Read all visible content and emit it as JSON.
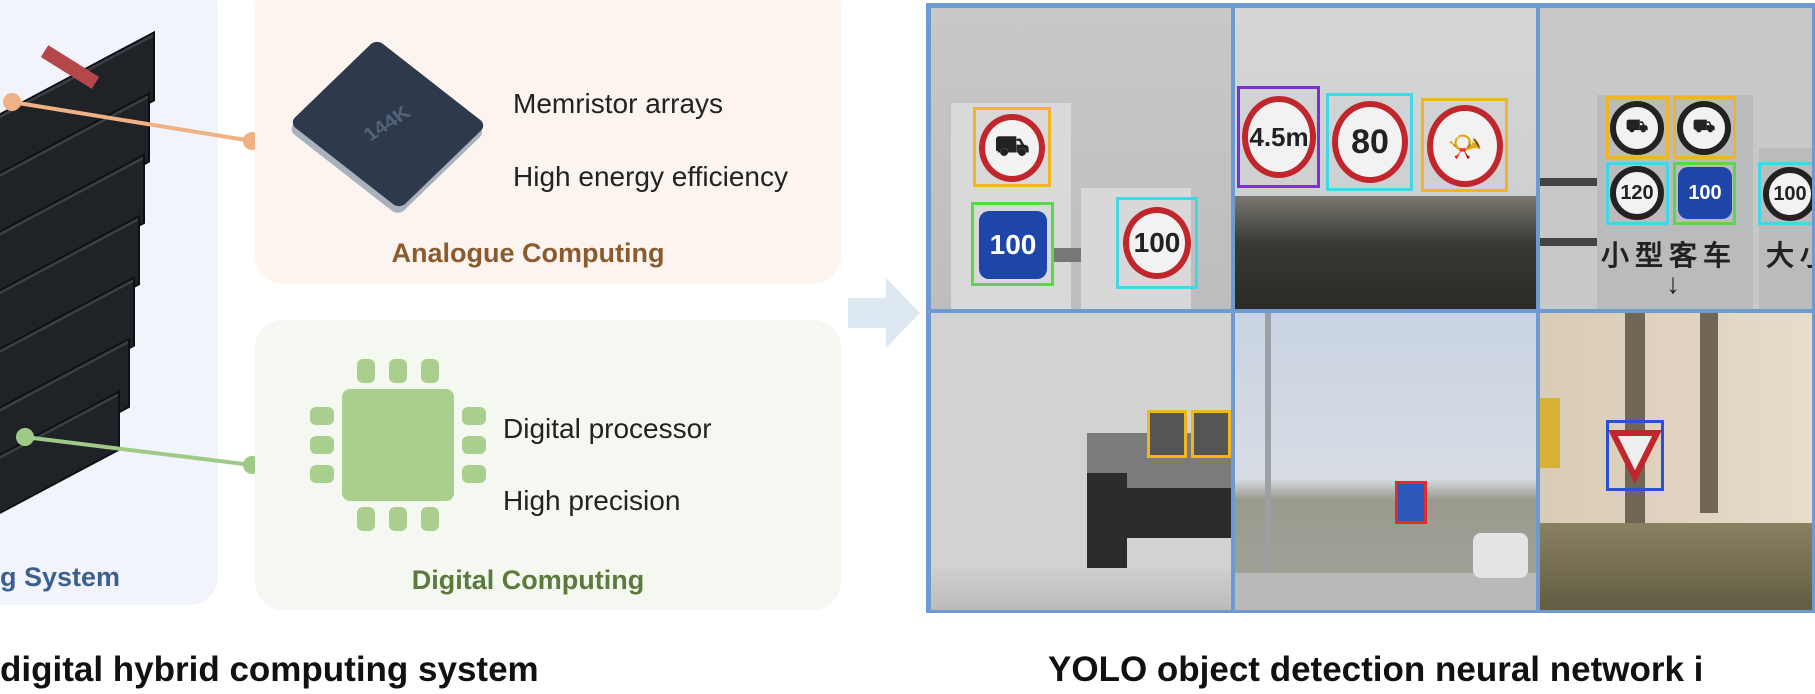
{
  "left_system": {
    "label": "g System"
  },
  "analogue": {
    "title": "Analogue Computing",
    "features": [
      "Memristor arrays",
      "High energy efficiency"
    ],
    "chip_label": "144K",
    "title_color": "#8b5a2e",
    "connector_color": "#f0b184"
  },
  "digital": {
    "title": "Digital Computing",
    "features": [
      "Digital processor",
      "High precision"
    ],
    "title_color": "#5b7a3c",
    "connector_color": "#9fca85"
  },
  "captions": {
    "left": "digital hybrid computing system",
    "right": "YOLO object detection neural network i"
  },
  "detections": {
    "signs": [
      "100",
      "100",
      "4.5m",
      "80",
      "120",
      "100",
      "100"
    ],
    "sign_text_1": "小型客车",
    "sign_text_2": "大小",
    "box_colors": {
      "prohibition": "#f2b51d",
      "speed_limit": "#41d7e6",
      "height_limit": "#7b2fd6",
      "min_speed": "#59d84a",
      "warning": "#e32b2b",
      "yield": "#2a4fd8"
    }
  }
}
